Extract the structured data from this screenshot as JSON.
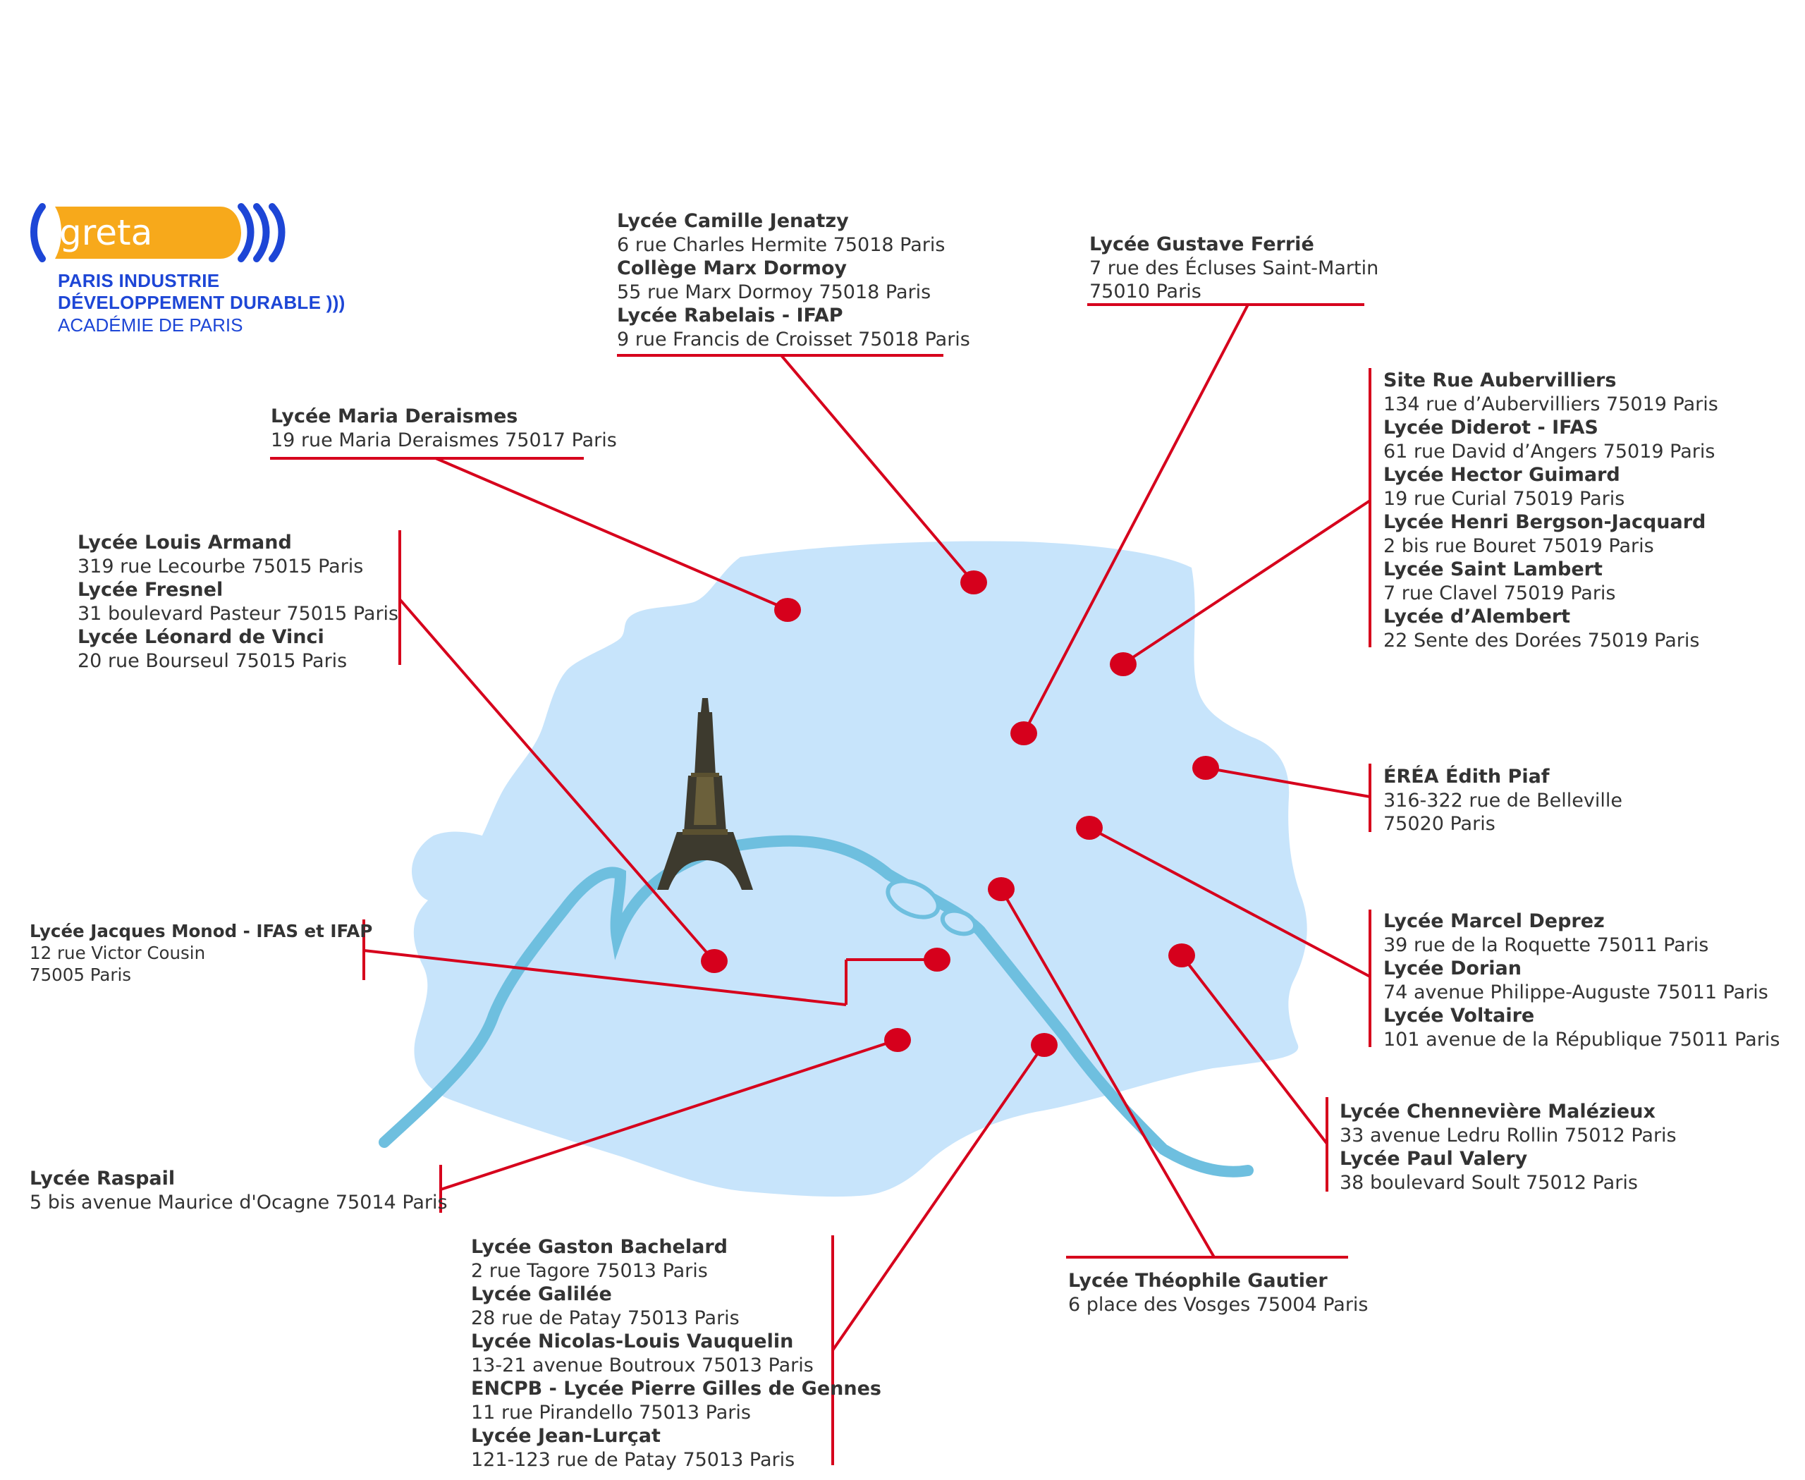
{
  "logo": {
    "wordmark": "greta",
    "line1": "PARIS INDUSTRIE",
    "line2": "DÉVELOPPEMENT DURABLE",
    "line3": "ACADÉMIE DE PARIS",
    "colors": {
      "blue": "#1d46d6",
      "orange": "#f7a91b"
    }
  },
  "map": {
    "colors": {
      "land": "#c7e4fb",
      "river": "#6ebfdf",
      "leader": "#d6001c",
      "marker": "#d6001c"
    },
    "icon": "eiffel-tower-icon"
  },
  "labels": {
    "jenatzy": [
      {
        "name": "Lycée Camille Jenatzy",
        "address": "6 rue Charles Hermite 75018 Paris"
      },
      {
        "name": "Collège Marx Dormoy",
        "address": "55 rue Marx Dormoy 75018 Paris"
      },
      {
        "name": "Lycée Rabelais - IFAP",
        "address": "9 rue Francis de Croisset 75018 Paris"
      }
    ],
    "ferrie": [
      {
        "name": "Lycée Gustave Ferrié",
        "address": "7 rue des Écluses Saint-Martin",
        "address2": "75010 Paris"
      }
    ],
    "aubervilliers": [
      {
        "name": "Site Rue Aubervilliers",
        "address": "134 rue d’Aubervilliers  75019 Paris"
      },
      {
        "name": "Lycée Diderot - IFAS",
        "address": "61 rue David d’Angers 75019 Paris"
      },
      {
        "name": "Lycée Hector Guimard",
        "address": "19 rue Curial 75019 Paris"
      },
      {
        "name": "Lycée Henri Bergson-Jacquard",
        "address": "2 bis rue Bouret 75019 Paris"
      },
      {
        "name": "Lycée Saint Lambert",
        "address": "7 rue Clavel 75019 Paris"
      },
      {
        "name": "Lycée d’Alembert",
        "address": "22 Sente des Dorées 75019 Paris"
      }
    ],
    "deraismes": [
      {
        "name": "Lycée Maria Deraismes",
        "address": "19 rue Maria Deraismes 75017 Paris"
      }
    ],
    "armand": [
      {
        "name": "Lycée Louis Armand",
        "address": "319 rue Lecourbe 75015 Paris"
      },
      {
        "name": "Lycée Fresnel",
        "address": "31 boulevard Pasteur 75015 Paris"
      },
      {
        "name": "Lycée Léonard de Vinci",
        "address": "20 rue Bourseul 75015 Paris"
      }
    ],
    "piaf": [
      {
        "name": "ÉRÉA Édith Piaf",
        "address": "316-322 rue de Belleville",
        "address2": "75020 Paris"
      }
    ],
    "monod": [
      {
        "name": "Lycée Jacques Monod - IFAS et IFAP",
        "address": "12 rue Victor Cousin",
        "address2": "75005 Paris"
      }
    ],
    "deprez": [
      {
        "name": "Lycée Marcel Deprez",
        "address": "39 rue de la Roquette 75011 Paris"
      },
      {
        "name": "Lycée Dorian",
        "address": "74 avenue Philippe-Auguste 75011 Paris"
      },
      {
        "name": "Lycée Voltaire",
        "address": "101 avenue de la République 75011 Paris"
      }
    ],
    "chenneviere": [
      {
        "name": "Lycée Chennevière Malézieux",
        "address": "33 avenue Ledru Rollin 75012 Paris"
      },
      {
        "name": "Lycée Paul Valery",
        "address": "38 boulevard Soult 75012 Paris"
      }
    ],
    "raspail": [
      {
        "name": "Lycée Raspail",
        "address": "5 bis avenue Maurice d'Ocagne 75014 Paris"
      }
    ],
    "gautier": [
      {
        "name": "Lycée Théophile Gautier",
        "address": "6 place des Vosges 75004 Paris"
      }
    ],
    "bachelard": [
      {
        "name": "Lycée Gaston Bachelard",
        "address": "2 rue Tagore 75013 Paris"
      },
      {
        "name": "Lycée Galilée",
        "address": "28 rue de Patay 75013 Paris"
      },
      {
        "name": "Lycée Nicolas-Louis Vauquelin",
        "address": "13-21 avenue Boutroux 75013 Paris"
      },
      {
        "name": "ENCPB - Lycée Pierre Gilles de Gennes",
        "address": "11 rue Pirandello 75013 Paris"
      },
      {
        "name": "Lycée Jean-Lurçat",
        "address": "121-123 rue de Patay 75013 Paris"
      }
    ]
  }
}
